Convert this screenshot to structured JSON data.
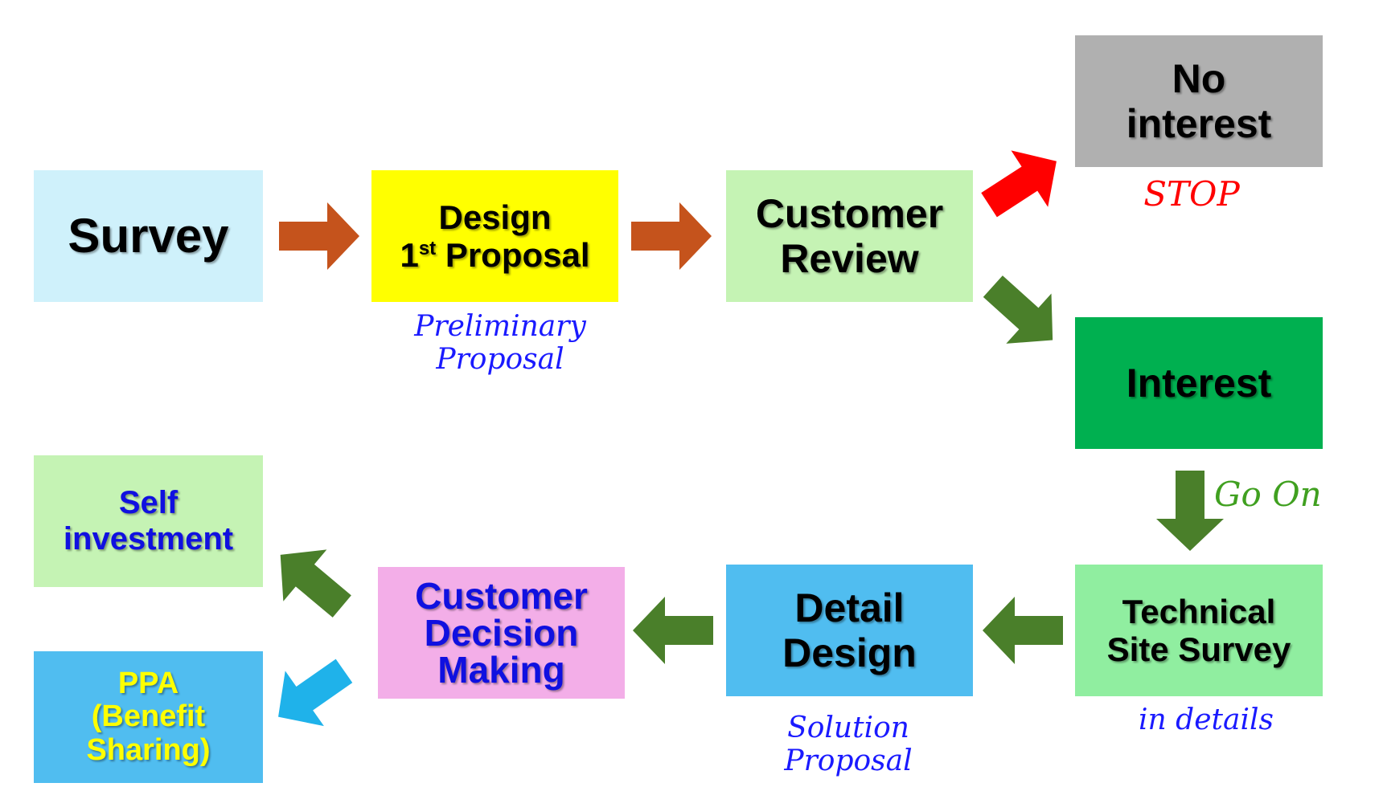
{
  "colors": {
    "survey_bg": "#cff1fb",
    "design_bg": "#ffff00",
    "review_bg": "#c5f3b4",
    "no_interest_bg": "#b0b0b0",
    "interest_bg": "#00b050",
    "technical_bg": "#90eea0",
    "detail_bg": "#50bdf0",
    "decision_bg": "#f3aee8",
    "self_bg": "#c5f3b4",
    "ppa_bg": "#50bdf0",
    "arrow_brown": "#c5531c",
    "arrow_green": "#4a7f2a",
    "arrow_red": "#ff0000",
    "arrow_blue": "#1fb2ea",
    "note_blue": "#1a1aff",
    "note_red": "#ff0000",
    "note_green": "#40a020",
    "text_dark": "#000000",
    "text_blue": "#1010e0",
    "text_yellow": "#ffff00"
  },
  "boxes": {
    "survey": "Survey",
    "design_line1": "Design",
    "design_ordinal": "1",
    "design_suffix": "st",
    "design_line2_rest": "Proposal",
    "customer_review": "Customer\nReview",
    "no_interest": "No\ninterest",
    "interest": "Interest",
    "technical_site_survey": "Technical\nSite Survey",
    "detail_design": "Detail\nDesign",
    "customer_decision": "Customer\nDecision\nMaking",
    "self_investment": "Self\ninvestment",
    "ppa": "PPA\n(Benefit\nSharing)"
  },
  "notes": {
    "preliminary": "Preliminary\nProposal",
    "stop": "STOP",
    "go_on": "Go On",
    "in_details": "in details",
    "solution": "Solution\nProposal"
  }
}
